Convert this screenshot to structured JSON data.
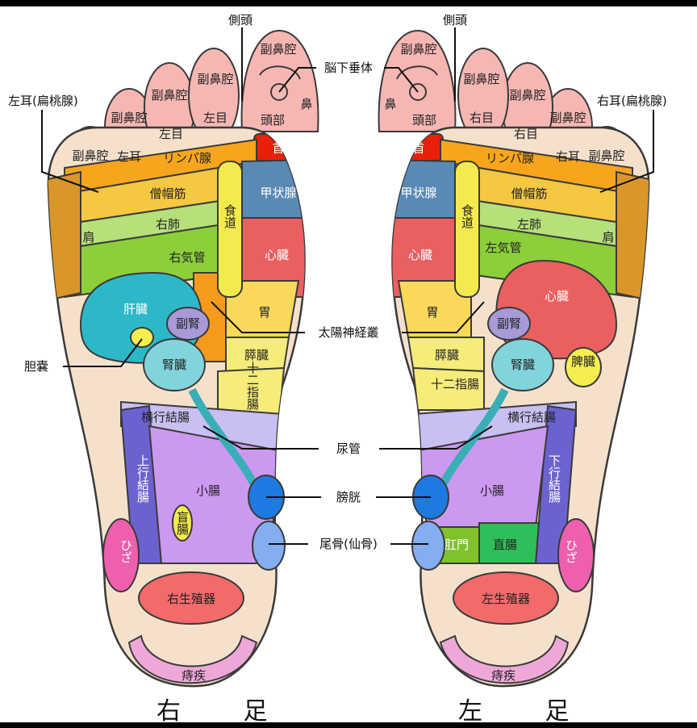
{
  "callouts": {
    "side_head": "側頭",
    "pituitary": "脳下垂体",
    "left_ear_tonsil": "左耳(扁桃腺)",
    "right_ear_tonsil": "右耳(扁桃腺)",
    "solar_plexus": "太陽神経叢",
    "gallbladder": "胆嚢",
    "ureter": "尿管",
    "bladder": "膀胱",
    "coccyx": "尾骨(仙骨)"
  },
  "right_foot": {
    "caption": "右 足",
    "toes": {
      "sinus": "副鼻腔",
      "left_eye": "左目",
      "left_ear": "左耳",
      "head": "頭部",
      "nose": "鼻",
      "neck": "首"
    },
    "zones": {
      "lymph": "リンパ腺",
      "trapezius": "僧帽筋",
      "lung": "右肺",
      "bronchus": "右気管",
      "shoulder": "肩",
      "esophagus": "食道",
      "thyroid": "甲状腺",
      "heart": "心臓",
      "liver": "肝臓",
      "adrenal": "副腎",
      "kidney": "腎臓",
      "stomach": "胃",
      "pancreas": "膵臓",
      "duodenum": "十二指腸",
      "transverse_colon": "横行結腸",
      "ascending_colon": "上行結腸",
      "small_intestine": "小腸",
      "appendix": "盲腸",
      "knee": "ひざ",
      "genital": "右生殖器",
      "hemorrhoid": "痔疾"
    }
  },
  "left_foot": {
    "caption": "左 足",
    "toes": {
      "sinus": "副鼻腔",
      "right_eye": "右目",
      "right_ear": "右耳",
      "head": "頭部",
      "nose": "鼻",
      "neck": "首"
    },
    "zones": {
      "lymph": "リンパ腺",
      "trapezius": "僧帽筋",
      "lung": "左肺",
      "bronchus": "左気管",
      "shoulder": "肩",
      "esophagus": "食道",
      "thyroid": "甲状腺",
      "heart_small": "心臓",
      "heart": "心臓",
      "adrenal": "副腎",
      "kidney": "腎臓",
      "spleen": "脾臓",
      "stomach": "胃",
      "pancreas": "膵臓",
      "duodenum": "十二指腸",
      "transverse_colon": "横行結腸",
      "descending_colon": "下行結腸",
      "small_intestine": "小腸",
      "anus": "肛門",
      "rectum": "直腸",
      "knee": "ひざ",
      "genital": "左生殖器",
      "hemorrhoid": "痔疾"
    }
  },
  "colors": {
    "skin": "#f5e1cb",
    "toe_pink": "#f6b7b3",
    "neck_red": "#e8200a",
    "lymph_orange": "#f7a51c",
    "trapezius_yellow": "#f5c842",
    "lung_green": "#b6e07a",
    "bronchus_green": "#8ccf3a",
    "shoulder_ochre": "#d9962b",
    "thyroid_blue": "#5a89b5",
    "heart_red": "#ea5f5f",
    "esophagus_yellow": "#f4ea4f",
    "liver_cyan": "#2cb8c7",
    "kidney_cyan": "#82d4dc",
    "adrenal_purple": "#a79ad6",
    "stomach_yellow": "#f9d85a",
    "pancreas_yellow": "#f5ec7a",
    "colon_lavender": "#c9bff2",
    "side_colon_blue": "#6c62cf",
    "small_int_violet": "#cc99f0",
    "bladder_blue": "#1e7ae0",
    "coccyx_blue": "#84aef0",
    "knee_pink": "#ee5fae",
    "genital_red": "#f26a6a",
    "hemorrhoid_pink": "#eea8d8",
    "rectum_green": "#2fbf5a",
    "anus_green": "#7fc22c",
    "solar_orange": "#f59a1d",
    "gallbladder_yellow": "#f6ee50"
  }
}
